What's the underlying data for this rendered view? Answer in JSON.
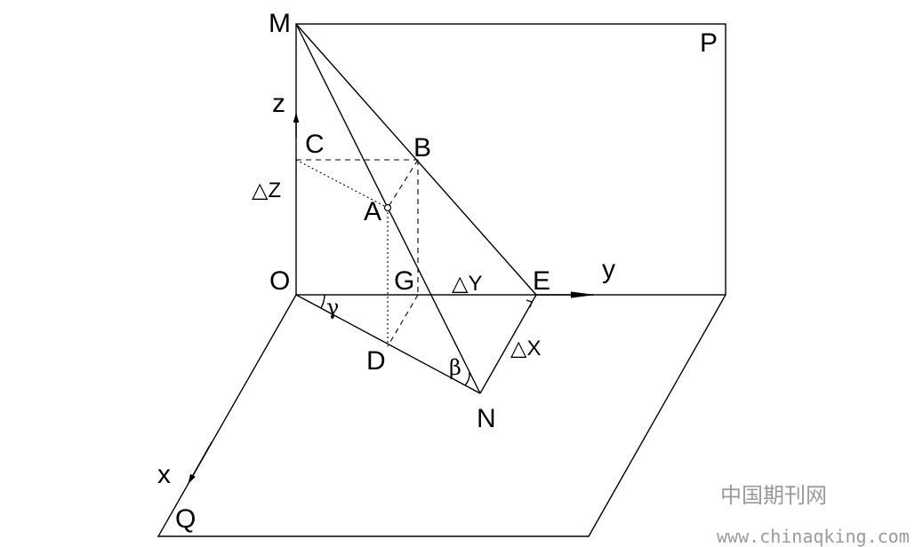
{
  "diagram": {
    "points": {
      "M": "M",
      "P": "P",
      "z": "z",
      "C": "C",
      "B": "B",
      "dz": "△Z",
      "A": "A",
      "O": "O",
      "G": "G",
      "dy": "△Y",
      "E": "E",
      "y": "y",
      "gamma": "γ",
      "D": "D",
      "beta": "β",
      "dx": "△X",
      "N": "N",
      "x": "x",
      "Q": "Q"
    }
  },
  "watermark": {
    "site_cn": "中国期刊网",
    "site_url": "www.chinaqking.com"
  }
}
